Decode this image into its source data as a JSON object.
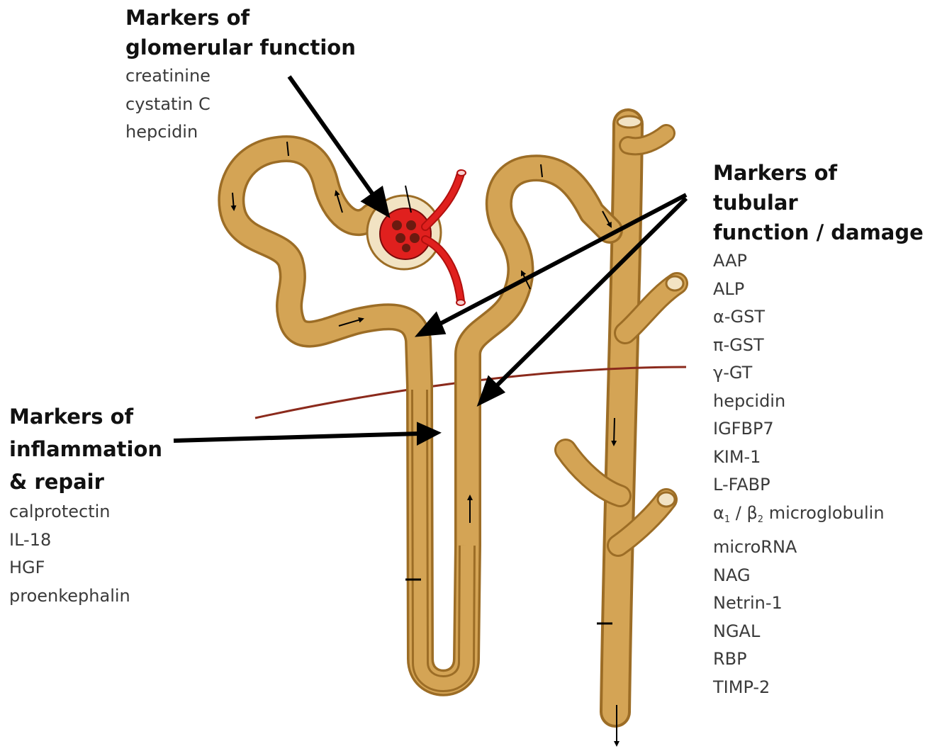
{
  "colors": {
    "tubule": "#d4a455",
    "tubule_edge": "#9c6d26",
    "glomerulus": "#e0201e",
    "capsule": "#f2e3c3",
    "boundary_line": "#8b2a1c",
    "arrow": "#000000"
  },
  "glomerular": {
    "heading_line1": "Markers of",
    "heading_line2": "glomerular function",
    "items": [
      "creatinine",
      "cystatin C",
      "hepcidin"
    ]
  },
  "tubular": {
    "heading_line1": "Markers of tubular",
    "heading_line2": "function / damage",
    "items": [
      "AAP",
      "ALP",
      "α-GST",
      "π-GST",
      "γ-GT",
      "hepcidin",
      "IGFBP7",
      "KIM-1",
      "L-FABP"
    ],
    "alpha_sym": "α",
    "alpha_sub": "1",
    "slash": " / ",
    "beta_sym": "β",
    "beta_sub": "2",
    "microglobulin_word": " microglobulin",
    "items_after": [
      "microRNA",
      "NAG",
      "Netrin-1",
      "NGAL",
      "RBP",
      "TIMP-2"
    ]
  },
  "inflammation": {
    "heading_line1": "Markers of",
    "heading_line2": "inflammation",
    "heading_line3": "& repair",
    "items": [
      "calprotectin",
      "IL-18",
      "HGF",
      "proenkephalin"
    ]
  }
}
